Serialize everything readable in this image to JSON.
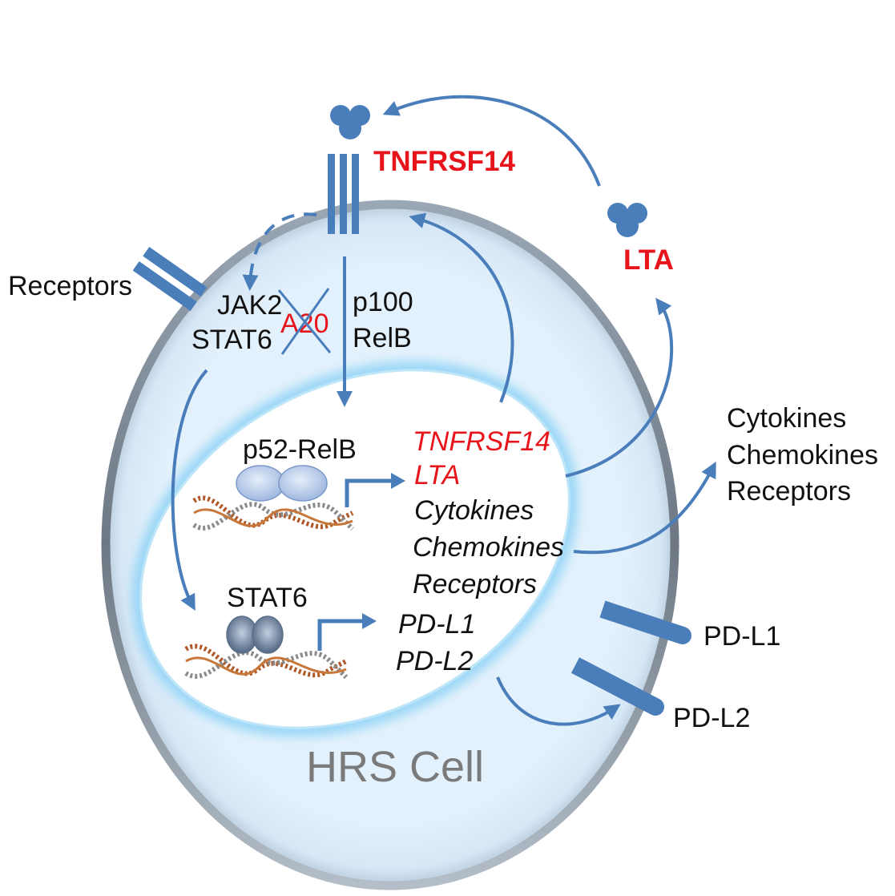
{
  "cell": {
    "name": "HRS Cell",
    "colors": {
      "membrane": "#4a7ebb",
      "cytoplasm": "#ddeefb",
      "nucleus_glow": "#9fd8f4",
      "text_red": "#e8141b"
    }
  },
  "top": {
    "receptor": "TNFRSF14",
    "ligand": "LTA"
  },
  "cytoplasm": {
    "receptors_label": "Receptors",
    "jak2": "JAK2",
    "stat6": "STAT6",
    "a20": "A20",
    "p100": "p100",
    "relb": "RelB"
  },
  "nucleus": {
    "complex1": "p52-RelB",
    "genes1": [
      "TNFRSF14",
      "LTA"
    ],
    "genes1b": [
      "Cytokines",
      "Chemokines",
      "Receptors"
    ],
    "complex2": "STAT6",
    "genes2": [
      "PD-L1",
      "PD-L2"
    ]
  },
  "outside": {
    "secreted": [
      "Cytokines",
      "Chemokines",
      "Receptors"
    ],
    "pdl1": "PD-L1",
    "pdl2": "PD-L2"
  },
  "icons": [
    "ligand-trimer-icon",
    "ligand-trimer-icon",
    "receptor-icon",
    "dna-helix-icon",
    "dna-helix-icon",
    "transcription-start-arrow-icon",
    "transcription-start-arrow-icon"
  ]
}
